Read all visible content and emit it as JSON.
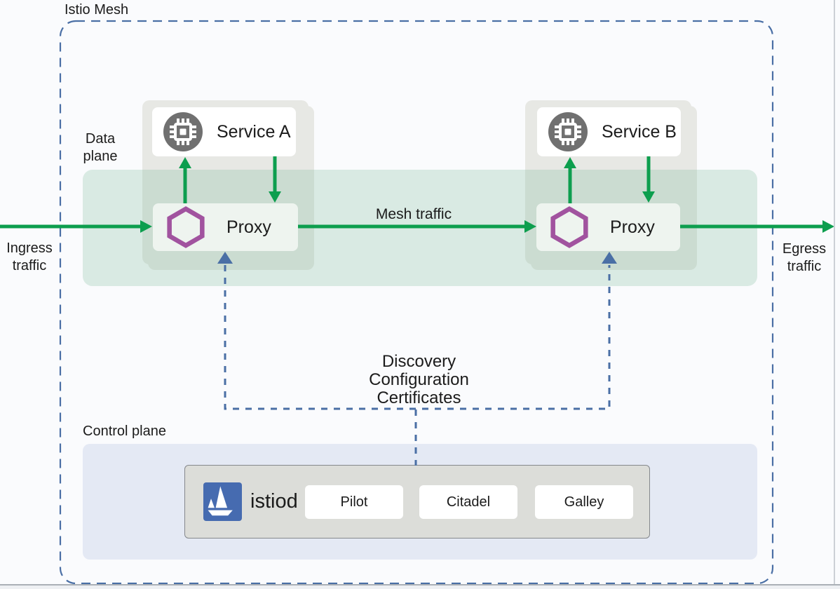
{
  "colors": {
    "arrow-green": "#0d9e4e",
    "hexagon-purple": "#a1539f",
    "dashed-blue": "#4a6fa5",
    "istio-blue": "#466bb0",
    "band-green": "rgba(134,189,160,0.28)",
    "group-gray": "#e7e8e4",
    "proxy-bg": "#eef4ef",
    "control-plane-bg": "#e4e9f4",
    "istiod-bg": "#dcddd9",
    "chip-gray": "#707070"
  },
  "mesh": {
    "title": "Istio Mesh"
  },
  "data_plane": {
    "label": "Data plane",
    "ingress_label": "Ingress traffic",
    "egress_label": "Egress traffic",
    "mesh_traffic_label": "Mesh traffic",
    "proxy_label": "Proxy",
    "services": [
      {
        "name": "Service A"
      },
      {
        "name": "Service B"
      }
    ]
  },
  "control_channel": {
    "lines": [
      "Discovery",
      "Configuration",
      "Certificates"
    ]
  },
  "control_plane": {
    "label": "Control plane",
    "istiod_label": "istiod",
    "components": [
      "Pilot",
      "Citadel",
      "Galley"
    ]
  }
}
